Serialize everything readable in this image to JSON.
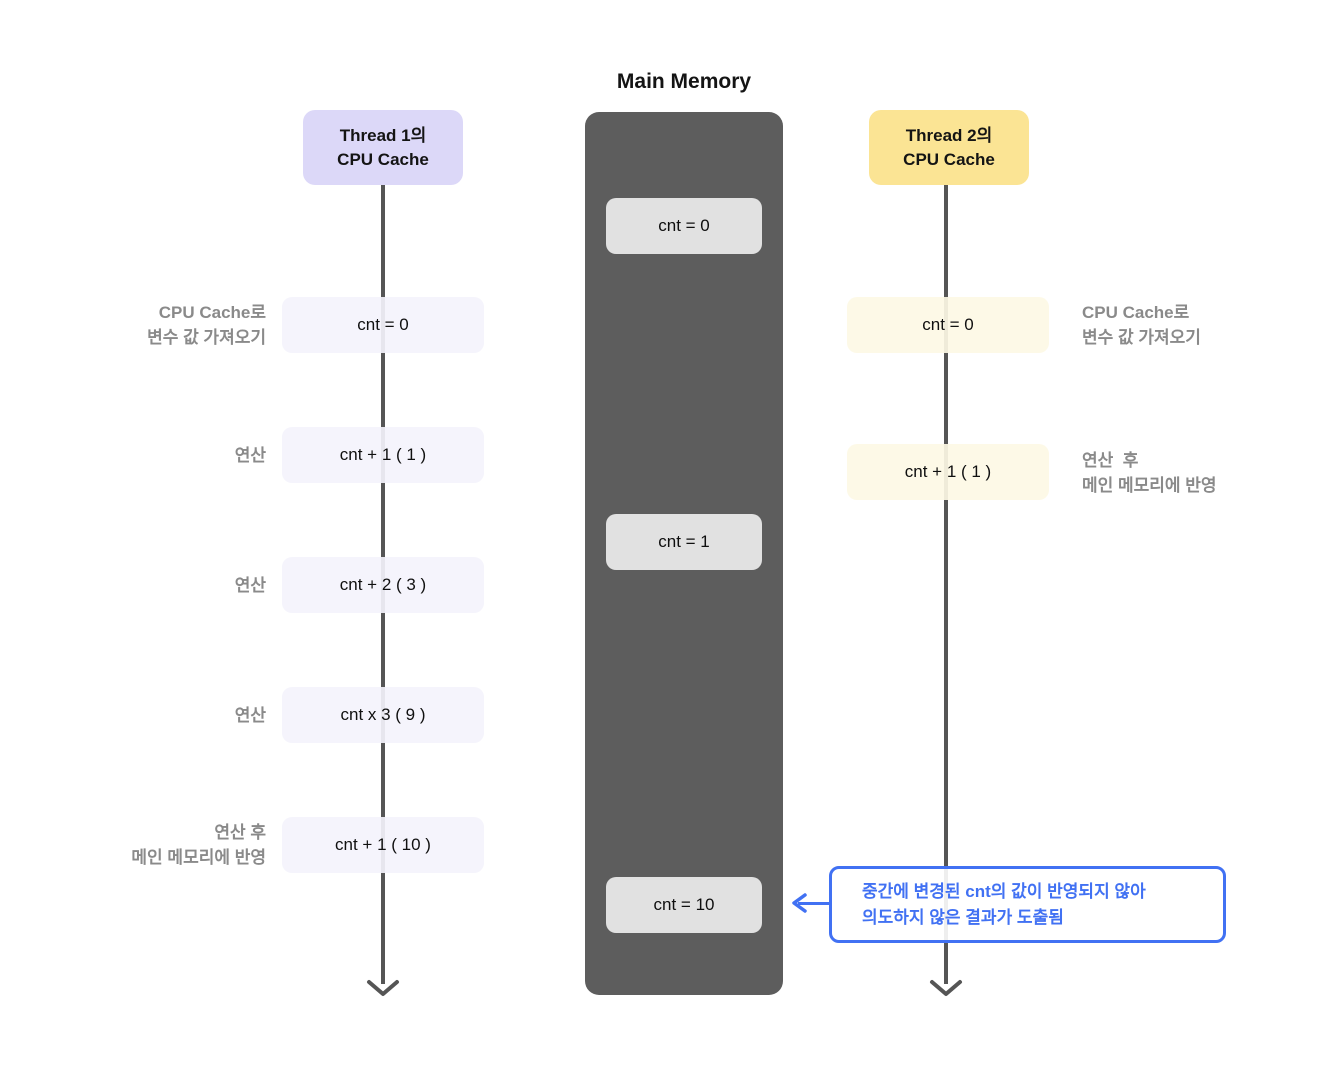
{
  "memory": {
    "title": "Main Memory",
    "cells": [
      "cnt = 0",
      "cnt = 1",
      "cnt = 10"
    ]
  },
  "thread1": {
    "header": "Thread 1의\nCPU Cache",
    "steps": [
      {
        "label": "CPU Cache로\n변수 값 가져오기",
        "value": "cnt = 0"
      },
      {
        "label": "연산",
        "value": "cnt + 1 ( 1 )"
      },
      {
        "label": "연산",
        "value": "cnt + 2 ( 3 )"
      },
      {
        "label": "연산",
        "value": "cnt x 3 ( 9 )"
      },
      {
        "label": "연산 후\n메인 메모리에 반영",
        "value": "cnt + 1 ( 10 )"
      }
    ]
  },
  "thread2": {
    "header": "Thread 2의\nCPU Cache",
    "steps": [
      {
        "label": "CPU Cache로\n변수 값 가져오기",
        "value": "cnt = 0"
      },
      {
        "label": "연산  후\n메인 메모리에 반영",
        "value": "cnt + 1 ( 1 )"
      }
    ]
  },
  "annotation": {
    "text": "중간에 변경된 cnt의 값이 반영되지 않아\n의도하지 않은 결과가 도출됨"
  },
  "colors": {
    "line": "#555555",
    "accent_blue": "#4171f3",
    "thread1_header_bg": "#dcd8f8",
    "thread2_header_bg": "#fbe494",
    "thread1_cache_bg": "#f4f3fc",
    "thread2_cache_bg": "#fdf8e5",
    "memory_bg": "#5d5d5d",
    "memory_cell_bg": "#e1e1e1",
    "label_gray": "#8a8a8a"
  }
}
